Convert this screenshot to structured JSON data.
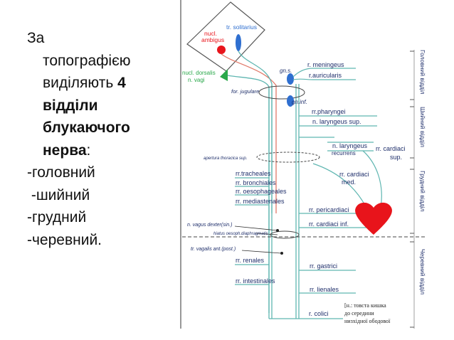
{
  "text": {
    "intro_1": "За",
    "intro_2": "топографією",
    "intro_3": "виділяють",
    "intro_bold_num": "4",
    "intro_bold_1": "відділи",
    "intro_bold_2": "блукаючого",
    "intro_bold_3": "нерва",
    "intro_colon": ":",
    "item_1": "-головний",
    "item_2": " -шийний",
    "item_3": "-грудний",
    "item_4": "-черевний."
  },
  "diagram": {
    "nuclei": {
      "solitarius": "tr. solitarius",
      "ambigus_1": "nucl.",
      "ambigus_2": "ambigus",
      "dorsalis_1": "nucl. dorsalis",
      "dorsalis_2": "n. vagi"
    },
    "ganglia": {
      "sup": "gn.s.",
      "inf": "gn.inf.",
      "jugulare": "for. jugulare"
    },
    "branches": {
      "meningeus": "r. meningeus",
      "auricularis": "r.auricularis",
      "pharyngei": "rr.pharyngei",
      "laryngeus_sup": "n. laryngeus sup.",
      "laryngeus_rec_1": "n. laryngeus",
      "laryngeus_rec_2": "recurrens",
      "cardiaci_sup_1": "rr. cardiaci",
      "cardiaci_sup_2": "sup.",
      "apertura": "apertura thoracica sup.",
      "tracheales": "rr.tracheales",
      "cardiaci_med_1": "rr. cardiaci",
      "cardiaci_med_2": "med.",
      "bronchiales": "rr. bronchiales",
      "oesophageales": "rr. oesophageales",
      "mediastenales": "rr. mediastenales",
      "pericardiaci": "rr. pericardiaci",
      "vagus_dexter": "n. vagus dexter(sin.)",
      "hiatus": "hiatus oesoph.diaphragmatis",
      "cardiaci_inf": "rr. cardiaci inf.",
      "vagalis_ant": "tr. vagalis ant.(post.)",
      "renales": "rr. renales",
      "gastrici": "rr. gastrici",
      "intestinales": "rr. intestinales",
      "lienales": "rr. lienales",
      "colici": "r. colici"
    },
    "note": {
      "line_1": "[н.: товста кишка",
      "line_2": "до середини",
      "line_3": "низхідної ободової"
    },
    "side_labels": {
      "head": "Головний відділ",
      "neck": "Шийний відділ",
      "chest": "Грудний відділ",
      "abdomen": "Черевний відділ"
    },
    "colors": {
      "nerve": "#5fb6b1",
      "brain_line": "#e07a6a",
      "label": "#1f2f6b",
      "heart": "#e8141b",
      "nucleus_ambiguus": "#e8141b",
      "nucleus_solitarius": "#2f6fd0",
      "nucleus_dorsalis": "#2aa84a",
      "ganglion": "#2f6fd0"
    }
  }
}
